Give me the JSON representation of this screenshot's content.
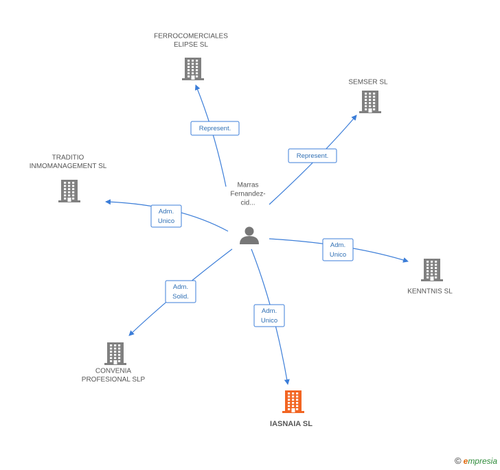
{
  "colors": {
    "edge": "#3b7dd8",
    "building": "#808080",
    "building_focus": "#f26522",
    "person": "#777777",
    "label_text": "#555555",
    "edge_label_text": "#2f6fb4"
  },
  "person": {
    "name_lines": [
      "Marras",
      "Fernandez-",
      "cid..."
    ],
    "icon": "person-icon"
  },
  "companies": [
    {
      "id": "ferrocomerciales",
      "label_lines": [
        "FERROCOMERCIALES",
        "ELIPSE SL"
      ],
      "icon": "building-icon",
      "focus": false
    },
    {
      "id": "semser",
      "label_lines": [
        "SEMSER SL"
      ],
      "icon": "building-icon",
      "focus": false
    },
    {
      "id": "traditio",
      "label_lines": [
        "TRADITIO",
        "INMOMANAGEMENT SL"
      ],
      "icon": "building-icon",
      "focus": false
    },
    {
      "id": "kenntnis",
      "label_lines": [
        "KENNTNIS  SL"
      ],
      "icon": "building-icon",
      "focus": false
    },
    {
      "id": "convenia",
      "label_lines": [
        "CONVENIA",
        "PROFESIONAL SLP"
      ],
      "icon": "building-icon",
      "focus": false
    },
    {
      "id": "iasnaia",
      "label_lines": [
        "IASNAIA SL"
      ],
      "icon": "building-icon",
      "focus": true
    }
  ],
  "relations": [
    {
      "to": "ferrocomerciales",
      "label_lines": [
        "Represent."
      ]
    },
    {
      "to": "semser",
      "label_lines": [
        "Represent."
      ]
    },
    {
      "to": "traditio",
      "label_lines": [
        "Adm.",
        "Unico"
      ]
    },
    {
      "to": "kenntnis",
      "label_lines": [
        "Adm.",
        "Unico"
      ]
    },
    {
      "to": "convenia",
      "label_lines": [
        "Adm.",
        "Solid."
      ]
    },
    {
      "to": "iasnaia",
      "label_lines": [
        "Adm.",
        "Unico"
      ]
    }
  ],
  "footer": {
    "copyright": "©",
    "brand_first": "e",
    "brand_rest": "mpresia"
  }
}
